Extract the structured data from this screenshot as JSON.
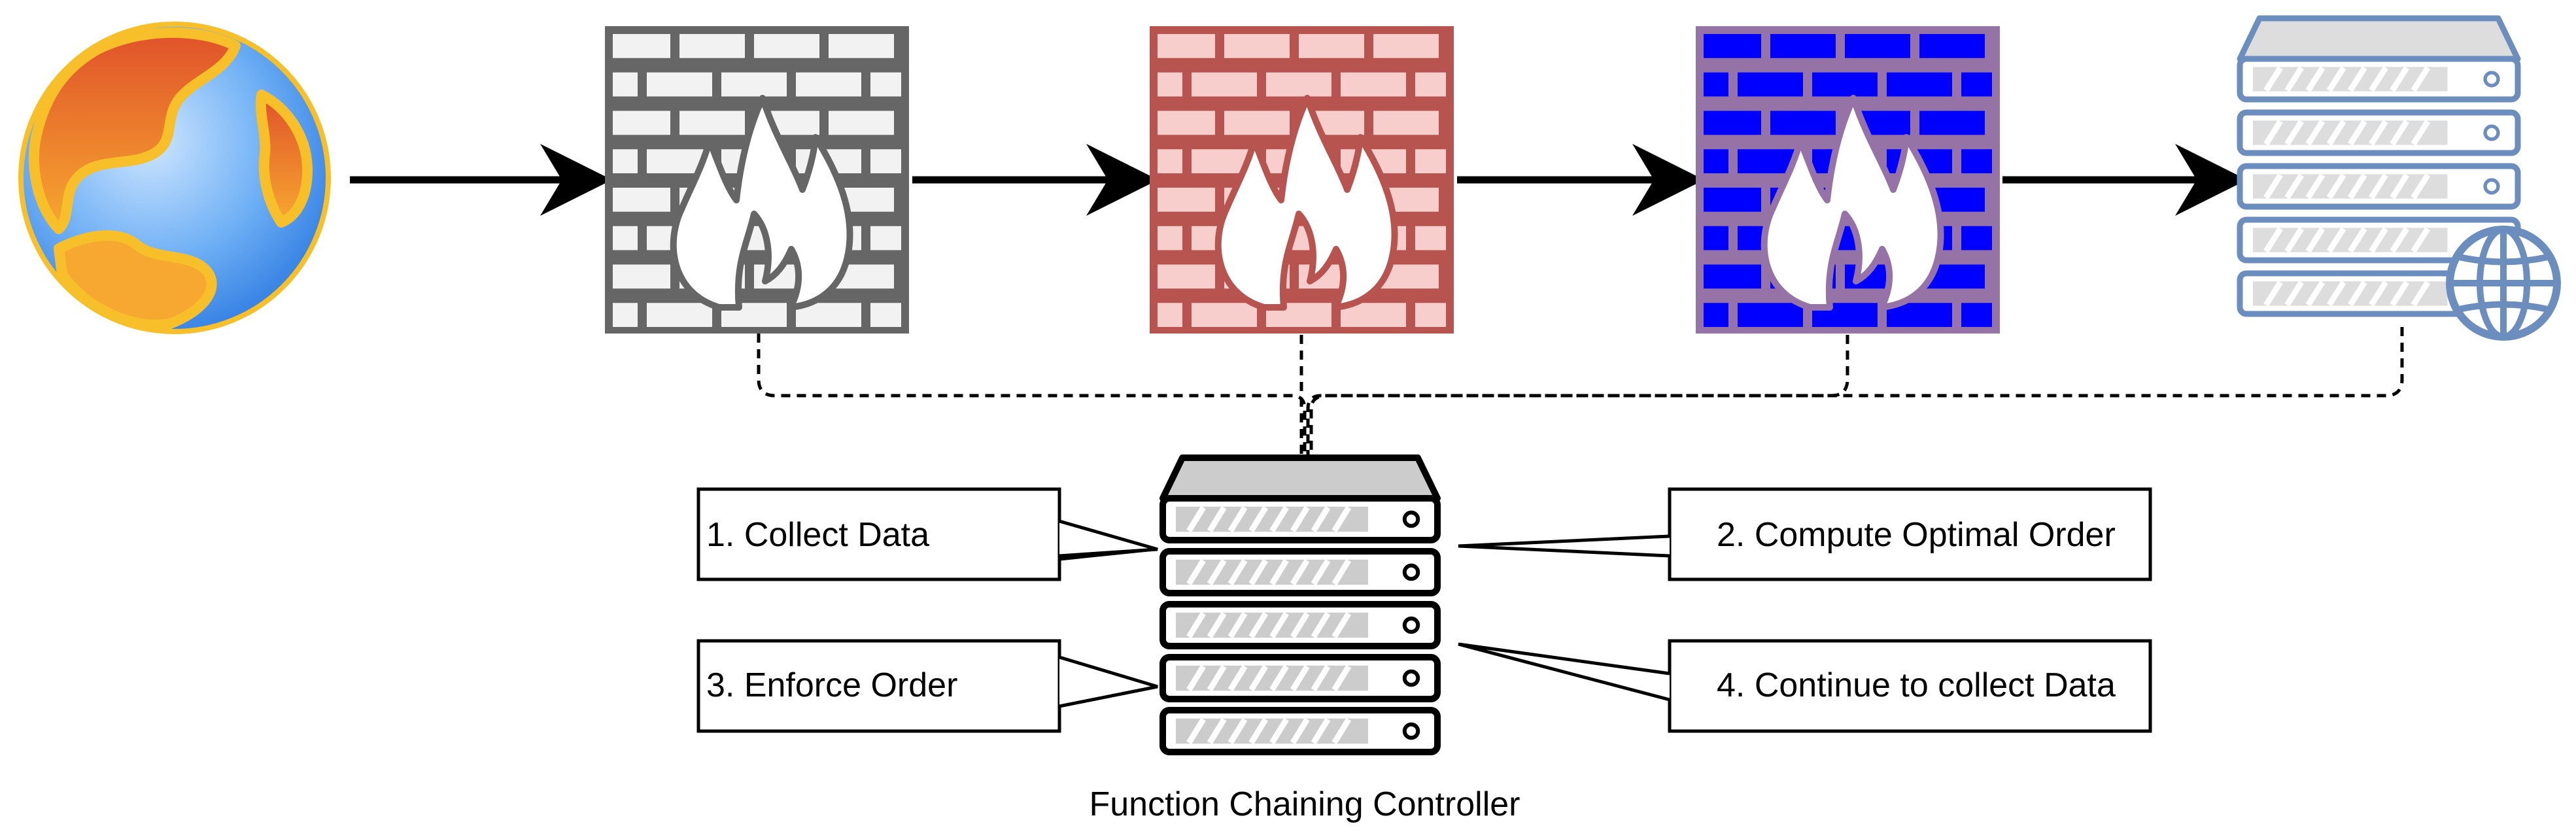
{
  "caption": "Function Chaining Controller",
  "callouts": [
    {
      "label": "1. Collect Data"
    },
    {
      "label": "2. Compute Optimal Order"
    },
    {
      "label": "3. Enforce Order"
    },
    {
      "label": "4. Continue to collect Data"
    }
  ],
  "nodes": [
    {
      "name": "internet-globe",
      "icon": "globe-icon"
    },
    {
      "name": "firewall-1",
      "icon": "firewall-icon",
      "colors": {
        "brick": "#f2f2f2",
        "stroke": "#666666"
      }
    },
    {
      "name": "firewall-2",
      "icon": "firewall-icon",
      "colors": {
        "brick": "#f8cecc",
        "stroke": "#b85450"
      }
    },
    {
      "name": "firewall-3",
      "icon": "firewall-icon",
      "colors": {
        "brick": "#0000ff",
        "stroke": "#9673a6"
      }
    },
    {
      "name": "web-server",
      "icon": "web-server-icon",
      "colors": {
        "fill": "#dddddd",
        "stroke": "#6c8ebf"
      }
    },
    {
      "name": "controller-server",
      "icon": "server-rack-icon",
      "colors": {
        "fill": "#cccccc",
        "stroke": "#000000"
      }
    }
  ]
}
